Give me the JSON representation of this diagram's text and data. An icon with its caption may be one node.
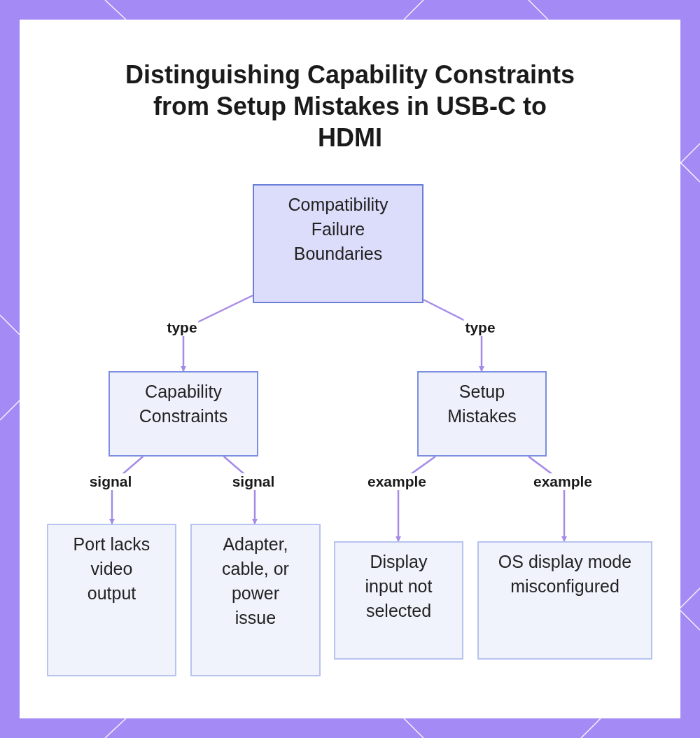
{
  "diagram": {
    "title": "Distinguishing Capability Constraints from Setup Mistakes in USB-C to HDMI",
    "nodes": [
      {
        "text": [
          "Compatibility Failure Boundaries"
        ]
      },
      {
        "text": [
          "Capability Constraints"
        ]
      },
      {
        "text": [
          "Setup Mistakes"
        ]
      },
      {
        "text": [
          "Port lacks video output"
        ]
      },
      {
        "text": [
          "Adapter, cable, or power issue"
        ]
      },
      {
        "text": [
          "Display input not selected"
        ]
      },
      {
        "text": [
          "OS display mode misconfigured"
        ]
      }
    ],
    "edges": [
      {
        "from": 0,
        "to": 1,
        "arrow": "to",
        "label": "type"
      },
      {
        "from": 0,
        "to": 2,
        "arrow": "to",
        "label": "type"
      },
      {
        "from": 1,
        "to": 3,
        "arrow": "to",
        "label": "signal"
      },
      {
        "from": 1,
        "to": 4,
        "arrow": "to",
        "label": "signal"
      },
      {
        "from": 2,
        "to": 5,
        "arrow": "to",
        "label": "example"
      },
      {
        "from": 2,
        "to": 6,
        "arrow": "to",
        "label": "example"
      }
    ]
  }
}
